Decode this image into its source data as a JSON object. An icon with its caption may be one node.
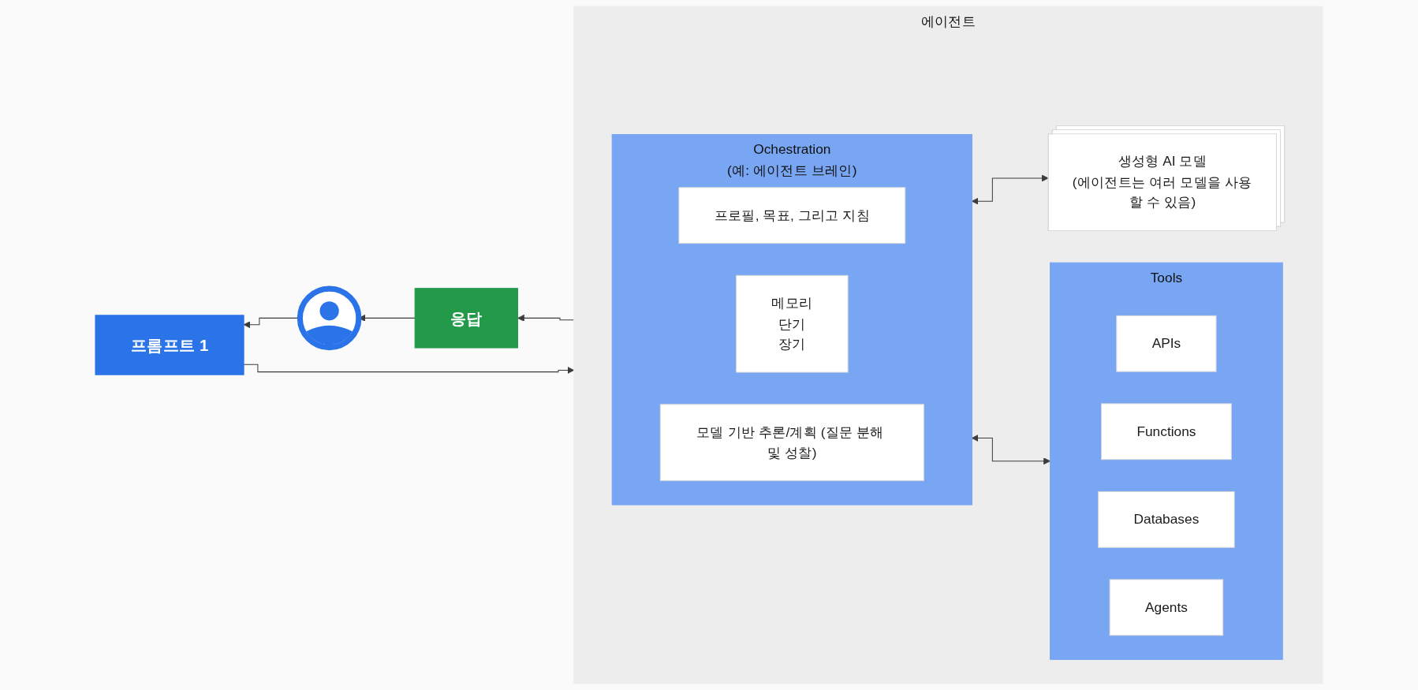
{
  "diagram": {
    "nodes": [
      {
        "text": [],
        "shape": "person"
      },
      {
        "text": [
          "프롬프트 1"
        ]
      },
      {
        "text": [
          "응답"
        ]
      },
      {
        "text": [
          "에이전트"
        ]
      },
      {
        "text": [
          "Ochestration",
          "(예: 에이전트 브레인)"
        ],
        "in": 3
      },
      {
        "text": [
          "프로필, 목표, 그리고 지침"
        ],
        "in": 4
      },
      {
        "text": [
          "메모리",
          "단기",
          "장기"
        ],
        "in": 4
      },
      {
        "text": [
          "모델 기반 추론/계획 (질문 분해 및 성찰)"
        ],
        "in": 4
      },
      {
        "text": [
          "생성형 AI 모델",
          "(에이전트는 여러 모델을 사용할 수 있음)"
        ],
        "in": 3
      },
      {
        "text": [
          "Tools"
        ],
        "in": 3
      },
      {
        "text": [
          "APIs"
        ],
        "in": 9
      },
      {
        "text": [
          "Functions"
        ],
        "in": 9
      },
      {
        "text": [
          "Databases"
        ],
        "in": 9
      },
      {
        "text": [
          "Agents"
        ],
        "in": 9
      }
    ],
    "edges": [
      {
        "from": 0,
        "to": 1,
        "arrow": "to"
      },
      {
        "from": 1,
        "to": 3,
        "arrow": "to"
      },
      {
        "from": 3,
        "to": 2,
        "arrow": "to"
      },
      {
        "from": 2,
        "to": 0,
        "arrow": "to"
      },
      {
        "from": 4,
        "to": 8,
        "arrow": "both"
      },
      {
        "from": 4,
        "to": 9,
        "arrow": "both"
      }
    ]
  }
}
